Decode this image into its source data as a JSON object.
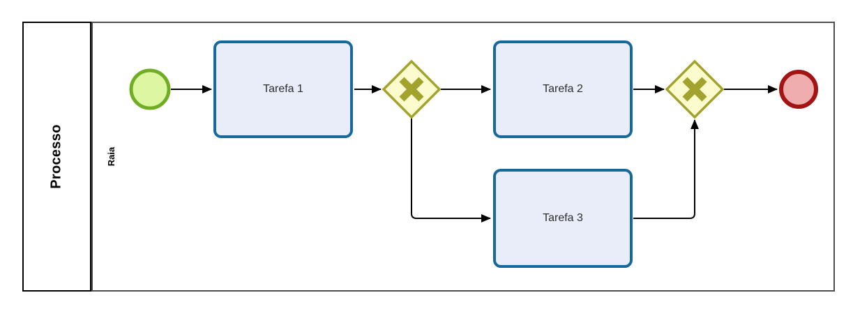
{
  "diagram": {
    "kind": "bpmn-process-diagram",
    "pool": {
      "label": "Processo"
    },
    "lane": {
      "label": "Raia"
    },
    "nodes": {
      "start_event": {
        "kind": "start-event"
      },
      "task1": {
        "label": "Tarefa 1"
      },
      "task2": {
        "label": "Tarefa 2"
      },
      "task3": {
        "label": "Tarefa 3"
      },
      "gateway1": {
        "kind": "exclusive-gateway-x"
      },
      "gateway2": {
        "kind": "exclusive-gateway-x"
      },
      "end_event": {
        "kind": "end-event"
      }
    },
    "flows": [
      {
        "from": "start_event",
        "to": "task1"
      },
      {
        "from": "task1",
        "to": "gateway1"
      },
      {
        "from": "gateway1",
        "to": "task2"
      },
      {
        "from": "gateway1",
        "to": "task3"
      },
      {
        "from": "task2",
        "to": "gateway2"
      },
      {
        "from": "task3",
        "to": "gateway2"
      },
      {
        "from": "gateway2",
        "to": "end_event"
      }
    ],
    "colors": {
      "task_fill": "#e9edf9",
      "task_border": "#17689b",
      "gateway_fill": "#fbfbce",
      "gateway_border": "#a2a32c",
      "start_fill": "#ddf6a2",
      "start_border": "#70ad25",
      "end_fill": "#efadad",
      "end_border": "#a31515",
      "flow_line": "#000000",
      "pool_border": "#000000",
      "lane_border": "#4d4d4d",
      "text": "#2d2d2d"
    }
  }
}
